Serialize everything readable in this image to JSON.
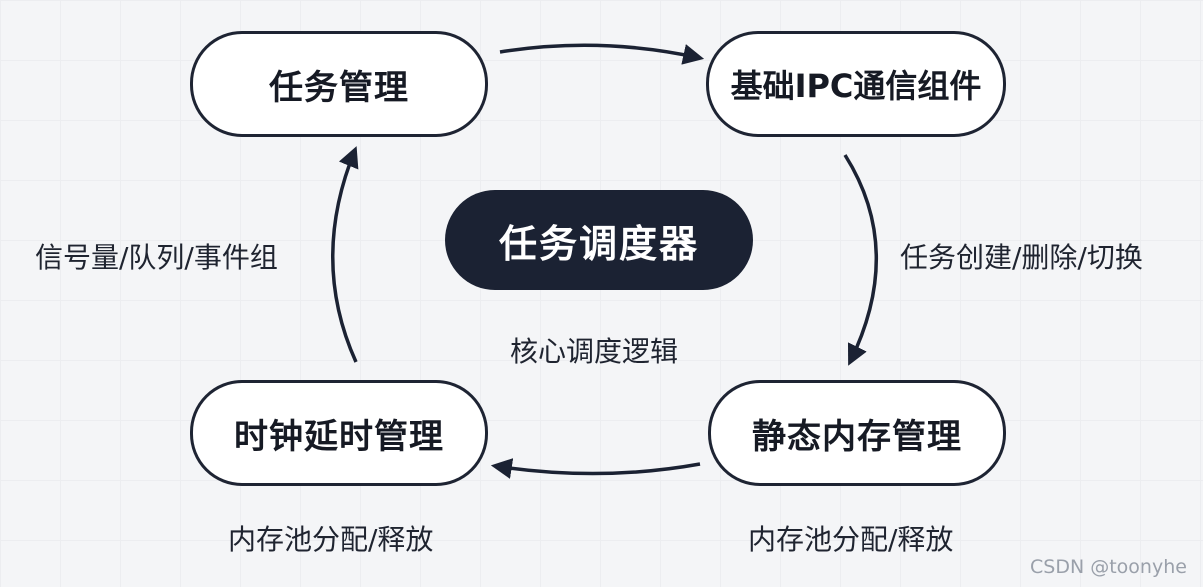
{
  "nodes": {
    "task_mgmt": "任务管理",
    "ipc": "基础IPC通信组件",
    "memory": "静态内存管理",
    "clock": "时钟延时管理"
  },
  "center": {
    "title": "任务调度器",
    "subtitle": "核心调度逻辑"
  },
  "edge_labels": {
    "right": "任务创建/删除/切换",
    "left": "信号量/队列/事件组",
    "bottom_left": "内存池分配/释放",
    "bottom_right": "内存池分配/释放"
  },
  "watermark": "CSDN @toonyhe",
  "colors": {
    "node_border": "#1e2433",
    "center_fill": "#1b2233",
    "arrow": "#1b2233"
  }
}
